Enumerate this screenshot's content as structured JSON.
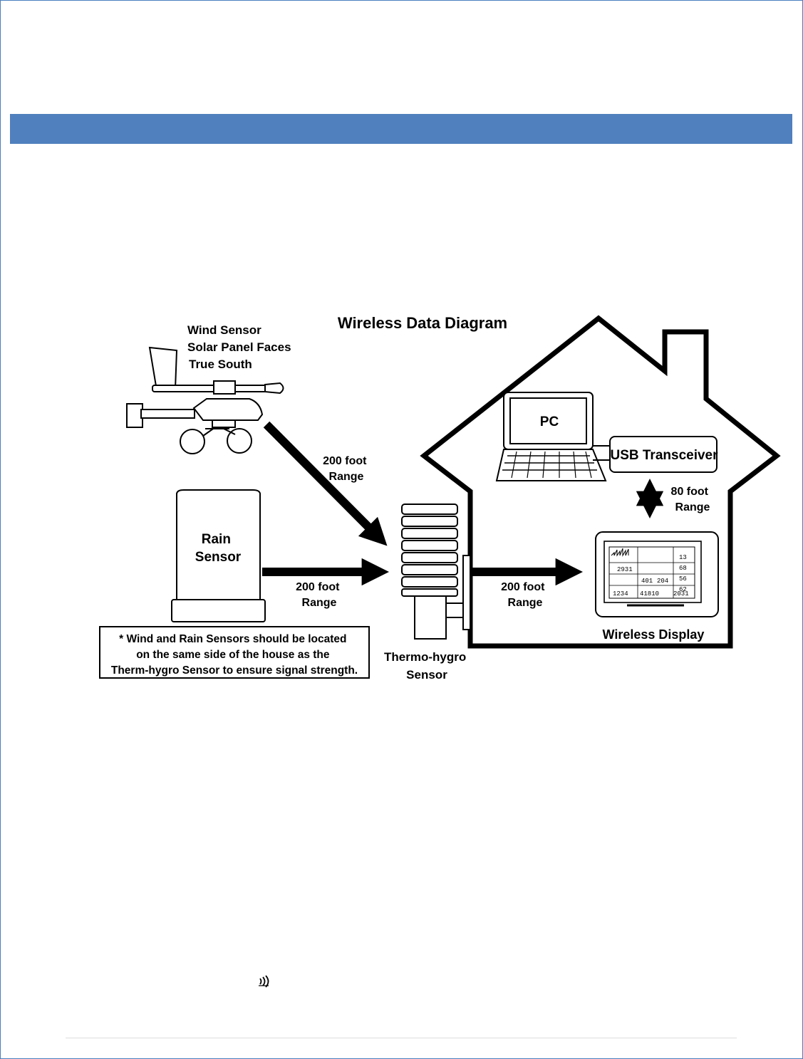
{
  "diagram": {
    "title": "Wireless Data Diagram",
    "wind_sensor_lines": [
      "Wind Sensor",
      "Solar Panel Faces",
      "True South"
    ],
    "rain_sensor_lines": [
      "Rain",
      "Sensor"
    ],
    "pc_label": "PC",
    "usb_label": "USB Transceiver",
    "display_label": "Wireless Display",
    "thermo_lines": [
      "Thermo-hygro",
      "Sensor"
    ],
    "range_wind": [
      "200 foot",
      "Range"
    ],
    "range_rain": [
      "200 foot",
      "Range"
    ],
    "range_display": [
      "200 foot",
      "Range"
    ],
    "range_usb": [
      "80 foot",
      "Range"
    ],
    "note_lines": [
      "* Wind and Rain Sensors should be located",
      "on the same side of the house as the",
      "Therm-hygro Sensor to ensure signal strength."
    ],
    "display_readouts": [
      "2931",
      "13",
      "68",
      "401",
      "204",
      "56",
      "62",
      "1234",
      "41810",
      "2031"
    ]
  },
  "colors": {
    "banner": "#5080bd",
    "frame": "#4a7fbf"
  },
  "icons": {
    "bottom": "wireless-signal-icon"
  }
}
